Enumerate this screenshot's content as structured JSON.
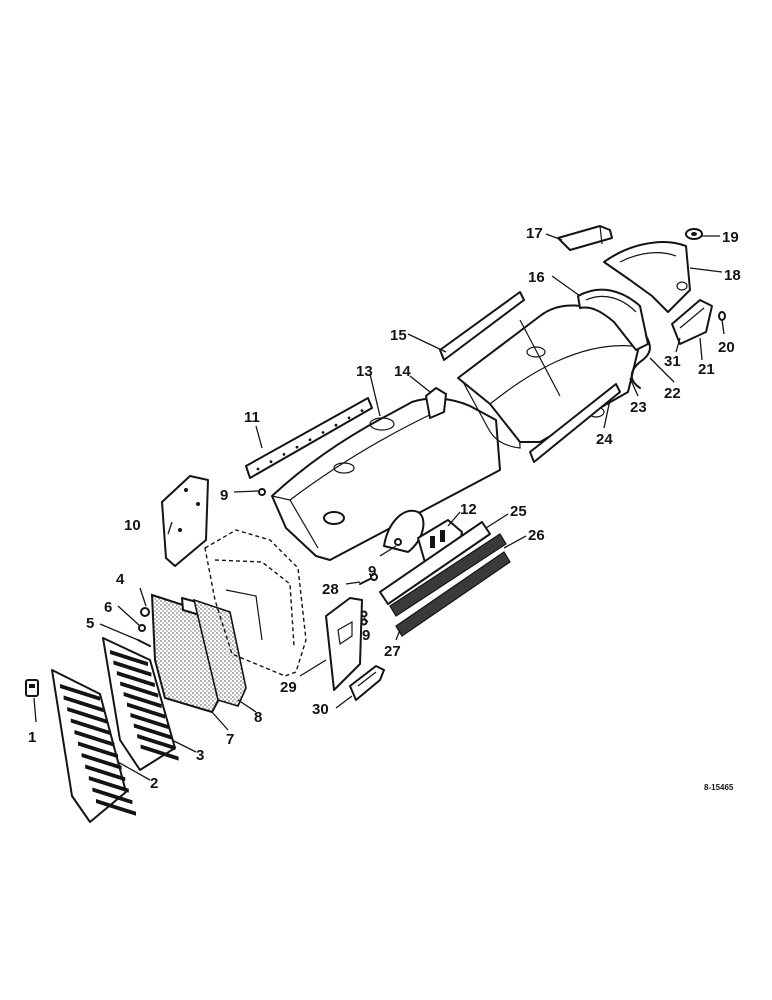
{
  "diagram": {
    "reference": "8-15465",
    "colors": {
      "ink": "#141414",
      "paper": "#ffffff",
      "screen": "#8a8a8a"
    },
    "callouts": [
      {
        "id": "c1",
        "label": "1"
      },
      {
        "id": "c2",
        "label": "2"
      },
      {
        "id": "c3",
        "label": "3"
      },
      {
        "id": "c4",
        "label": "4"
      },
      {
        "id": "c5",
        "label": "5"
      },
      {
        "id": "c6",
        "label": "6"
      },
      {
        "id": "c7",
        "label": "7"
      },
      {
        "id": "c8",
        "label": "8"
      },
      {
        "id": "c9a",
        "label": "9"
      },
      {
        "id": "c9b",
        "label": "9"
      },
      {
        "id": "c9c",
        "label": "9"
      },
      {
        "id": "c10",
        "label": "10"
      },
      {
        "id": "c11",
        "label": "11"
      },
      {
        "id": "c12",
        "label": "12"
      },
      {
        "id": "c13",
        "label": "13"
      },
      {
        "id": "c14",
        "label": "14"
      },
      {
        "id": "c15",
        "label": "15"
      },
      {
        "id": "c16",
        "label": "16"
      },
      {
        "id": "c17",
        "label": "17"
      },
      {
        "id": "c18",
        "label": "18"
      },
      {
        "id": "c19",
        "label": "19"
      },
      {
        "id": "c20",
        "label": "20"
      },
      {
        "id": "c21",
        "label": "21"
      },
      {
        "id": "c22",
        "label": "22"
      },
      {
        "id": "c23",
        "label": "23"
      },
      {
        "id": "c24",
        "label": "24"
      },
      {
        "id": "c25",
        "label": "25"
      },
      {
        "id": "c26",
        "label": "26"
      },
      {
        "id": "c27",
        "label": "27"
      },
      {
        "id": "c28",
        "label": "28"
      },
      {
        "id": "c29",
        "label": "29"
      },
      {
        "id": "c30",
        "label": "30"
      },
      {
        "id": "c31",
        "label": "31"
      }
    ]
  }
}
